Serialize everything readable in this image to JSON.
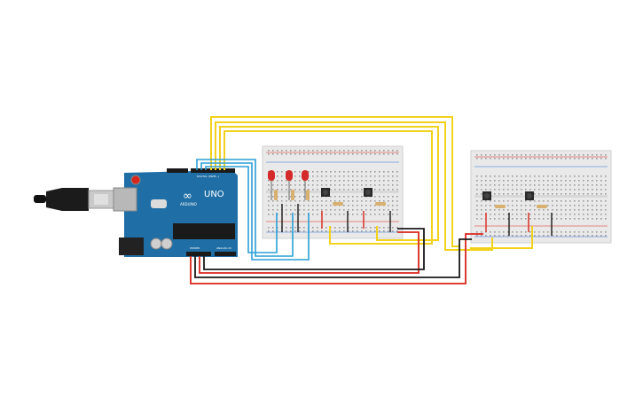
{
  "board": {
    "model_label": "UNO",
    "brand_label": "ARDUINO",
    "infinity_glyph": "∞",
    "digital_header_label": "DIGITAL (PWM~)",
    "power_label": "POWER",
    "analog_label": "ANALOG IN"
  },
  "colors": {
    "board_blue": "#1f6fa6",
    "wire_yellow": "#f2d21b",
    "wire_blue": "#2a9fd6",
    "wire_red": "#d9261c",
    "wire_black": "#1a1a1a",
    "breadboard": "#e9e9e9",
    "led_red": "#d42a2a"
  },
  "components": {
    "leds": 3,
    "pushbuttons": 4,
    "resistors": 7,
    "breadboards": 2
  }
}
